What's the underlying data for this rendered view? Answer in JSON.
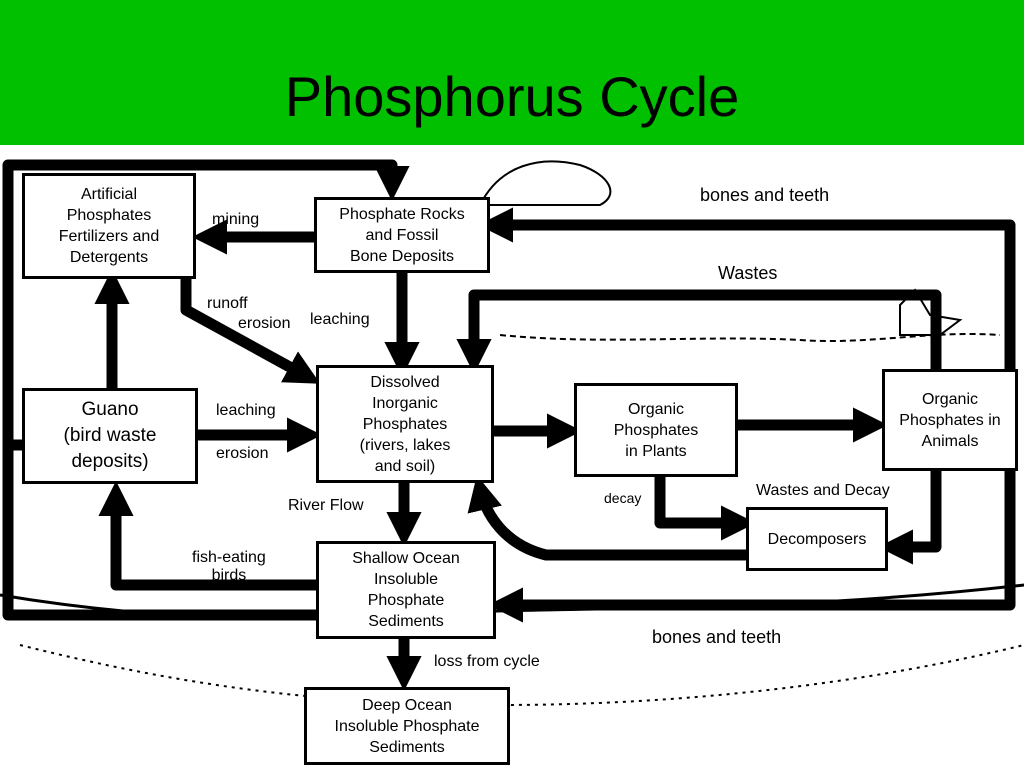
{
  "title": "Phosphorus Cycle",
  "nodes": {
    "artificial": "Artificial\nPhosphates\nFertilizers and\nDetergents",
    "rocks": "Phosphate Rocks\nand Fossil\nBone Deposits",
    "guano": "Guano\n(bird waste\ndeposits)",
    "dissolved": "Dissolved\nInorganic\nPhosphates\n(rivers, lakes\nand soil)",
    "plants": "Organic\nPhosphates\nin Plants",
    "animals": "Organic\nPhosphates in\nAnimals",
    "decomposers": "Decomposers",
    "shallow": "Shallow Ocean\nInsoluble\nPhosphate\nSediments",
    "deep": "Deep Ocean\nInsoluble Phosphate\nSediments"
  },
  "labels": {
    "mining": "mining",
    "runoff": "runoff",
    "erosion_top": "erosion",
    "leaching_top": "leaching",
    "leaching_mid": "leaching",
    "erosion_mid": "erosion",
    "river_flow": "River Flow",
    "fish_eating": "fish-eating\nbirds",
    "bones_top": "bones and teeth",
    "wastes": "Wastes",
    "decay": "decay",
    "wastes_decay": "Wastes and Decay",
    "bones_bottom": "bones and teeth",
    "loss": "loss from cycle"
  }
}
